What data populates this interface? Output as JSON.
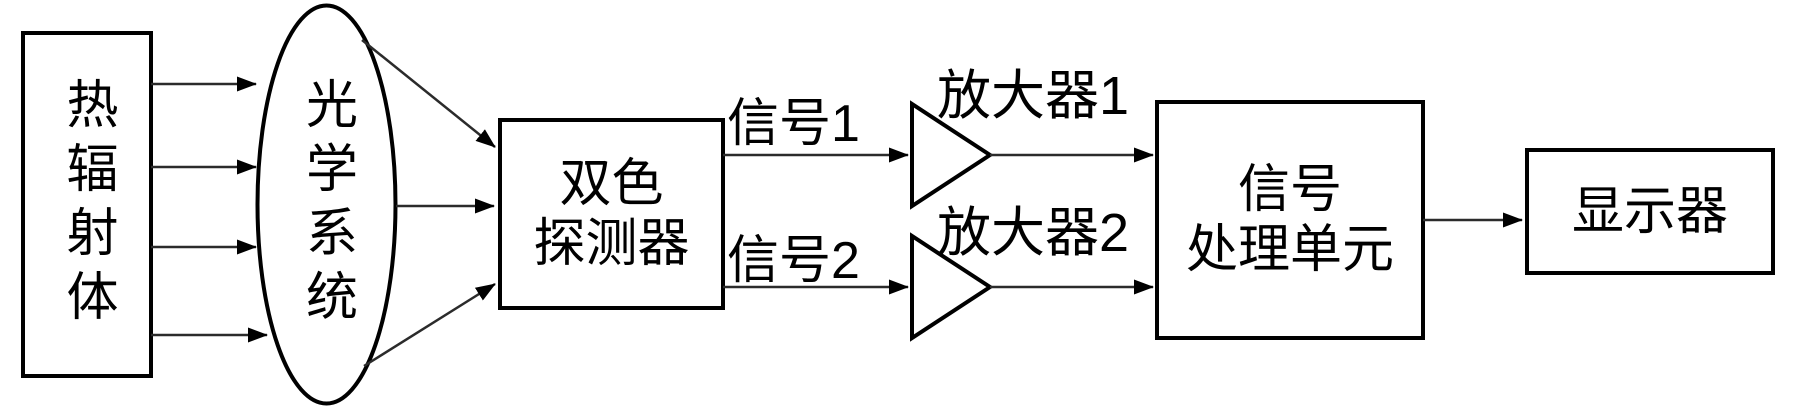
{
  "diagram": {
    "type": "block-flow-diagram",
    "colors": {
      "background": "#ffffff",
      "shape_stroke": "#000000",
      "connector_stroke": "#2b2b2b",
      "text": "#000000"
    },
    "nodes": {
      "radiator": {
        "shape": "rect",
        "label": "热辐射体"
      },
      "optics": {
        "shape": "ellipse",
        "label": "光学系统"
      },
      "detector": {
        "shape": "rect",
        "label": "双色\n探测器"
      },
      "amplifier1": {
        "shape": "triangle",
        "label": "放大器1"
      },
      "amplifier2": {
        "shape": "triangle",
        "label": "放大器2"
      },
      "processor": {
        "shape": "rect",
        "label": "信号\n处理单元"
      },
      "display": {
        "shape": "rect",
        "label": "显示器"
      }
    },
    "edge_labels": {
      "signal1": "信号1",
      "signal2": "信号2"
    },
    "flow": [
      "radiator -> optics (4 radiation arrows)",
      "optics -> detector (3 converging arrows)",
      "detector -> amplifier1 (信号1)",
      "detector -> amplifier2 (信号2)",
      "amplifier1 -> processor",
      "amplifier2 -> processor",
      "processor -> display"
    ]
  }
}
